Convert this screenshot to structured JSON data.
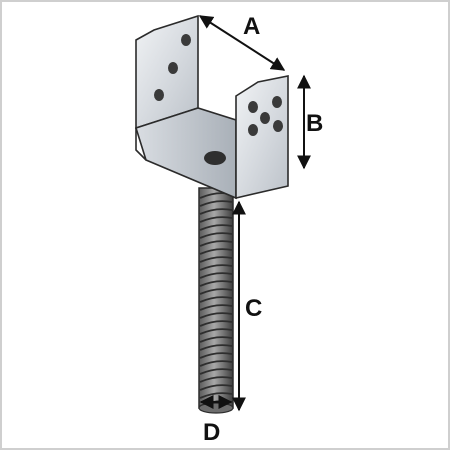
{
  "diagram": {
    "dimension_labels": {
      "a": "A",
      "b": "B",
      "c": "C",
      "d": "D"
    },
    "colors": {
      "frame_border": "#cfcfcf",
      "metal_light": "#e3e6ea",
      "metal_mid": "#c6cbd1",
      "metal_dark": "#9da3aa",
      "outline": "#2b2b2b",
      "rebar_light": "#9a9a9a",
      "rebar_dark": "#4d4d4d",
      "dimension": "#111111"
    }
  }
}
